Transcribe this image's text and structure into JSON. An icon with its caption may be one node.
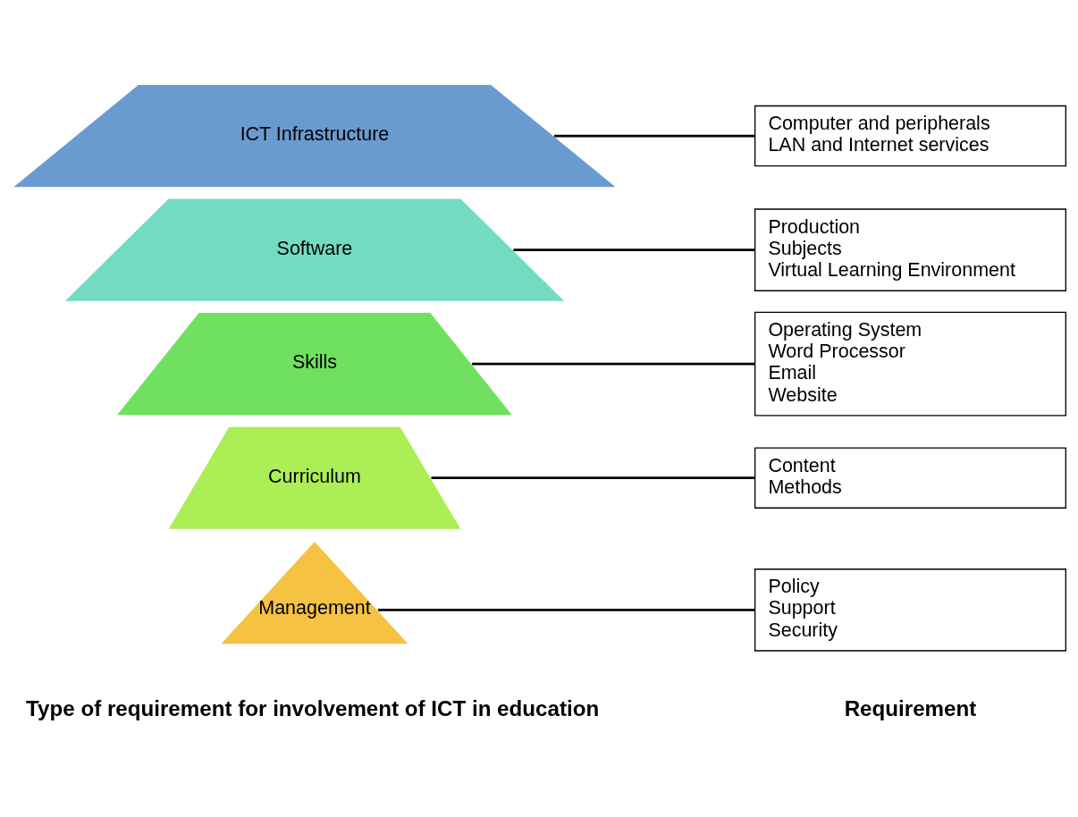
{
  "diagram": {
    "nodes": [
      {
        "text": [
          "Management"
        ]
      },
      {
        "text": [
          "Curriculum"
        ]
      },
      {
        "text": [
          "Skills"
        ]
      },
      {
        "text": [
          "Software"
        ]
      },
      {
        "text": [
          "ICT Infrastructure"
        ]
      },
      {
        "text": [
          "Policy",
          "Support",
          "Security"
        ]
      },
      {
        "text": [
          "Content",
          "Methods"
        ]
      },
      {
        "text": [
          "Operating System",
          "Word Processor",
          "Email",
          "Website"
        ]
      },
      {
        "text": [
          "Production",
          "Subjects",
          "Virtual Learning Environment"
        ]
      },
      {
        "text": [
          "Computer and peripherals",
          "LAN and Internet services"
        ]
      }
    ],
    "edges": [
      {
        "from": 0,
        "to": 5,
        "arrow": "none"
      },
      {
        "from": 1,
        "to": 6,
        "arrow": "none"
      },
      {
        "from": 2,
        "to": 7,
        "arrow": "none"
      },
      {
        "from": 3,
        "to": 8,
        "arrow": "none"
      },
      {
        "from": 4,
        "to": 9,
        "arrow": "none"
      }
    ],
    "labels": [
      "Type of requirement for involvement of ICT in education",
      "Requirement"
    ]
  }
}
